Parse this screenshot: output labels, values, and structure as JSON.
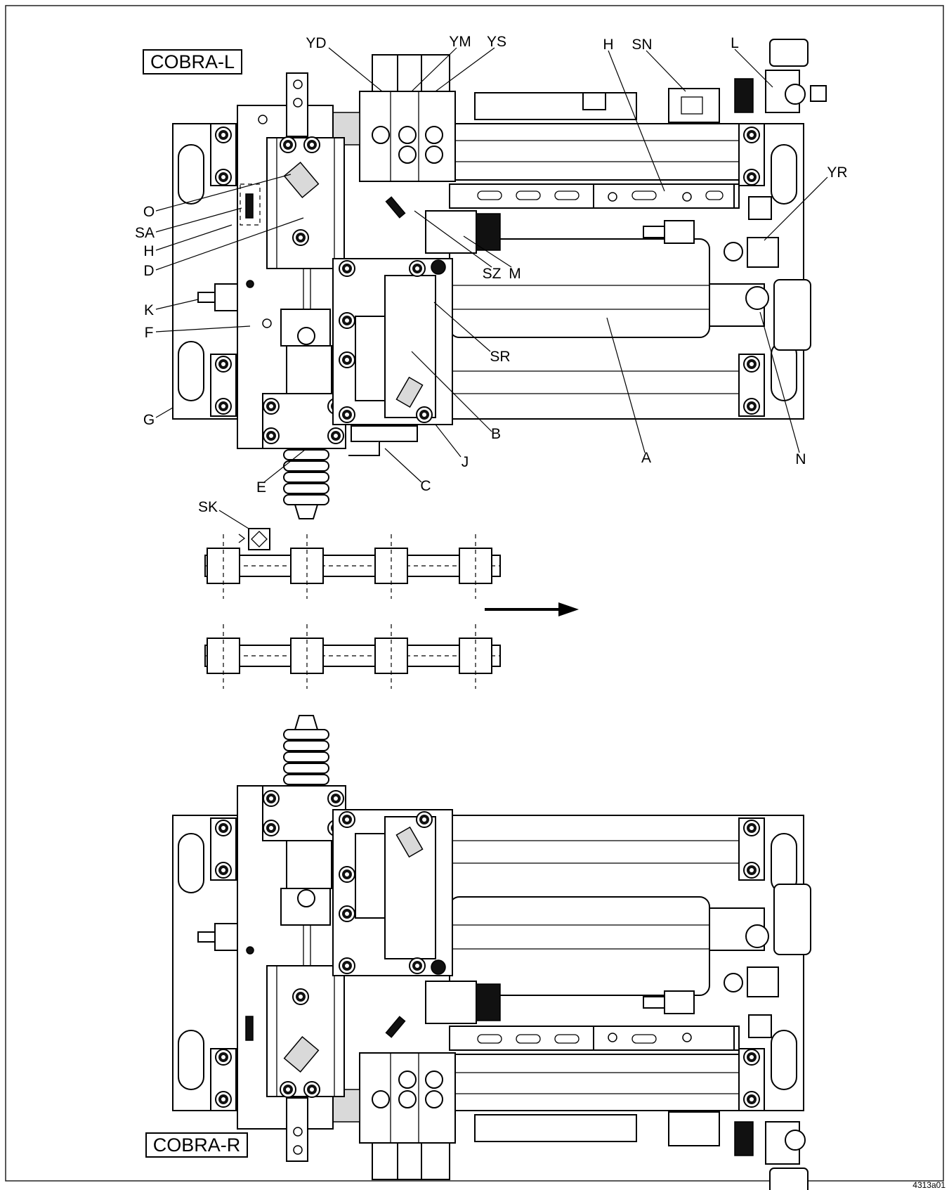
{
  "figure": {
    "title_top": "COBRA-L",
    "title_bottom": "COBRA-R",
    "drawing_ref": "4313a01",
    "labels": {
      "YD": "YD",
      "YM": "YM",
      "YS": "YS",
      "H": "H",
      "SN": "SN",
      "L": "L",
      "YR": "YR",
      "O": "O",
      "SA": "SA",
      "D": "D",
      "SZ": "SZ",
      "M": "M",
      "K": "K",
      "F": "F",
      "SR": "SR",
      "G": "G",
      "B": "B",
      "J": "J",
      "A": "A",
      "N": "N",
      "C": "C",
      "E": "E",
      "SK": "SK"
    }
  }
}
